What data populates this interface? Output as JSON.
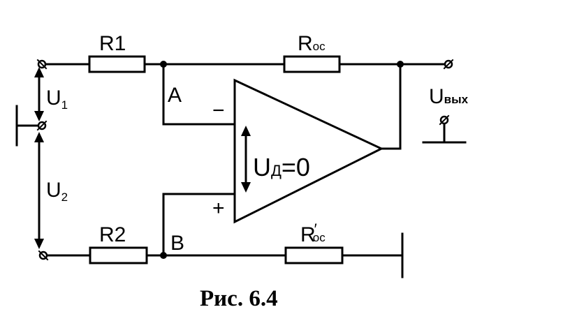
{
  "labels": {
    "r1": "R1",
    "r2": "R2",
    "r_fb_main": "R",
    "r_fb_main_sub": "oc",
    "r_fb_prime": "R",
    "r_fb_prime_mark": "′",
    "r_fb_prime_sub": "oc",
    "node_a": "A",
    "node_b": "B",
    "u1": "U",
    "u1_sub": "1",
    "u2": "U",
    "u2_sub": "2",
    "u_out": "U",
    "u_out_sub": "вых",
    "u_diff": "U",
    "u_diff_sub": "Д",
    "u_diff_value": "=0",
    "minus": "−",
    "plus": "+"
  },
  "caption": "Рис. 6.4"
}
